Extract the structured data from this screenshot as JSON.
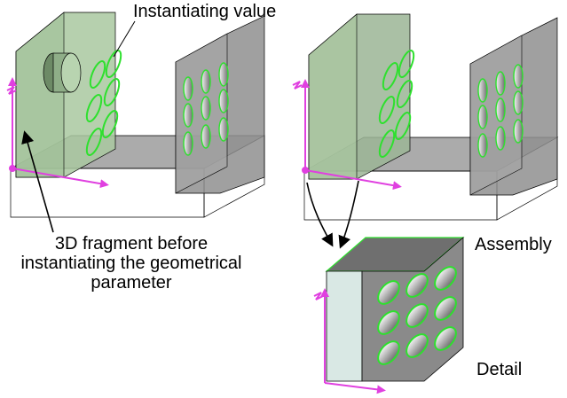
{
  "labels": {
    "instantiating_value": "Instantiating value",
    "fragment_line1": "3D fragment before",
    "fragment_line2": "instantiating the geometrical",
    "fragment_line3": "parameter",
    "assembly": "Assembly",
    "detail": "Detail"
  },
  "colors": {
    "background": "#ffffff",
    "part_gray": "#8f8f8f",
    "part_light": "#cfcfcf",
    "fragment_green": "#a9c8a0",
    "ellipse_green": "#2ee02e",
    "axis_magenta": "#e040e0",
    "outline": "#000000"
  },
  "figure": {
    "left_model": "u-shaped-part-with-fragment",
    "right_model": "u-shaped-part-assembly",
    "detail_model": "hole-plate-detail",
    "hole_grid": {
      "rows": 3,
      "cols": 3
    }
  }
}
